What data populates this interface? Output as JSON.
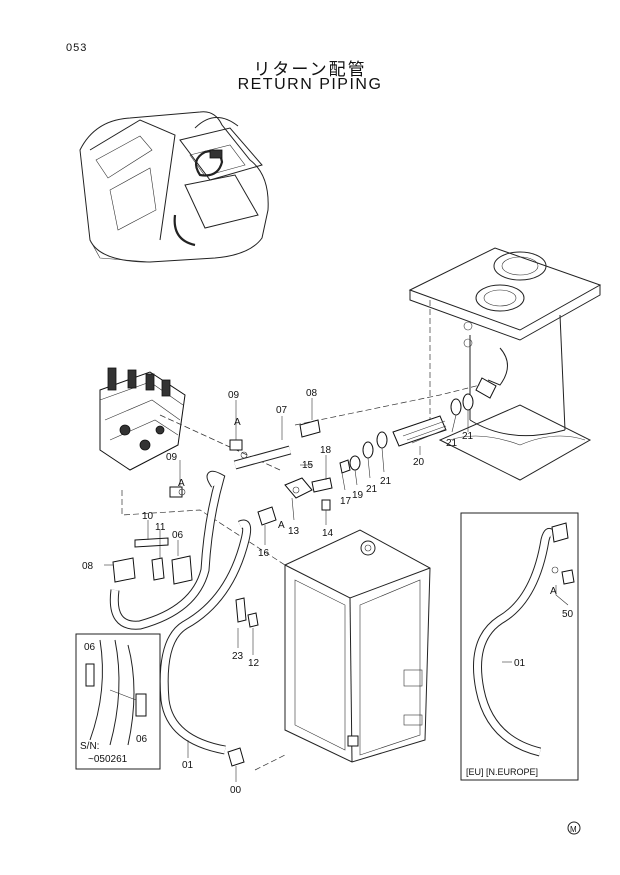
{
  "header": {
    "page_number": "053",
    "title_jp": "リターン配管",
    "title_en": "RETURN PIPING"
  },
  "callouts": {
    "c01_main": "01",
    "c00": "00",
    "c06_main": "06",
    "c07": "07",
    "c08_top": "08",
    "c08_left": "08",
    "c09_top": "09",
    "c09_mid": "09",
    "c10": "10",
    "c11": "11",
    "c12": "12",
    "c13": "13",
    "c14": "14",
    "c15": "15",
    "c16": "16",
    "c17": "17",
    "c18": "18",
    "c19": "19",
    "c20": "20",
    "c21_a": "21",
    "c21_b": "21",
    "c21_c": "21",
    "c21_d": "21",
    "c23": "23",
    "a_top": "A",
    "a_mid": "A",
    "a_low": "A"
  },
  "inset_sn": {
    "c06_a": "06",
    "c06_b": "06",
    "sn_label": "S/N:",
    "sn_value": "~050261"
  },
  "inset_eu": {
    "c01": "01",
    "c50": "50",
    "a": "A",
    "caption": "[EU] [N.EUROPE]"
  },
  "footer": {
    "mark": "M"
  }
}
